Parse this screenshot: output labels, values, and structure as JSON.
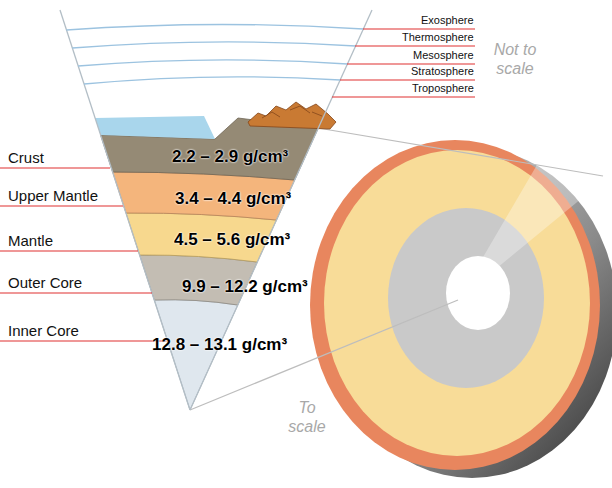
{
  "diagram": {
    "nodes": [
      {
        "text": [
          "2.2 – 2.9 g/cm³"
        ]
      },
      {
        "text": [
          "3.4 – 4.4 g/cm³"
        ]
      },
      {
        "text": [
          "4.5 – 5.6 g/cm³"
        ]
      },
      {
        "text": [
          "9.9 – 12.2 g/cm³"
        ]
      },
      {
        "text": [
          "12.8 – 13.1 g/cm³"
        ]
      }
    ],
    "labels": [
      "Exosphere",
      "Thermosphere",
      "Mesosphere",
      "Stratosphere",
      "Troposphere",
      "Not to scale",
      "Crust",
      "Upper Mantle",
      "Mantle",
      "Outer Core",
      "Inner Core",
      "To scale"
    ]
  }
}
